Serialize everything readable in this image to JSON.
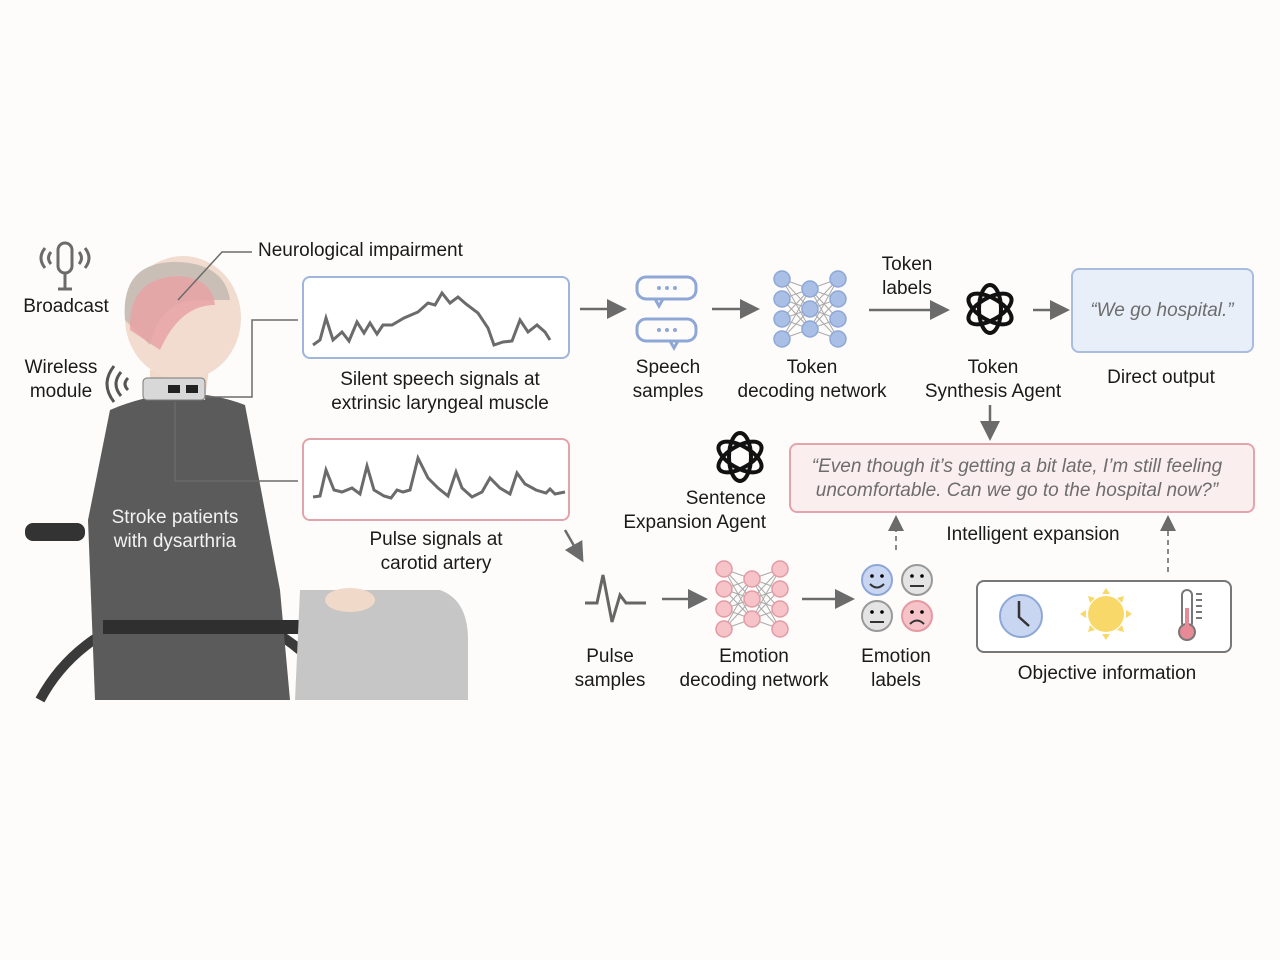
{
  "labels": {
    "broadcast": "Broadcast",
    "neurological_impairment": "Neurological impairment",
    "wireless_module": [
      "Wireless",
      "module"
    ],
    "patient": [
      "Stroke patients",
      "with dysarthria"
    ],
    "silent_speech": [
      "Silent speech signals at",
      "extrinsic laryngeal muscle"
    ],
    "pulse_signals": [
      "Pulse signals at",
      "carotid artery"
    ],
    "speech_samples": [
      "Speech",
      "samples"
    ],
    "token_network": [
      "Token",
      "decoding network"
    ],
    "token_labels": [
      "Token",
      "labels"
    ],
    "token_agent": [
      "Token",
      "Synthesis Agent"
    ],
    "direct_output": "Direct output",
    "direct_output_text": "“We go hospital.”",
    "sentence_agent": [
      "Sentence",
      "Expansion Agent"
    ],
    "expanded_text": [
      "“Even though it’s getting a bit late, I’m still feeling",
      "uncomfortable. Can we go to the hospital now?”"
    ],
    "intelligent_expansion": "Intelligent expansion",
    "pulse_samples": [
      "Pulse",
      "samples"
    ],
    "emotion_network": [
      "Emotion",
      "decoding network"
    ],
    "emotion_labels": [
      "Emotion",
      "labels"
    ],
    "objective_information": "Objective information"
  },
  "colors": {
    "blue": "#a9bfe6",
    "blue_stroke": "#8ea7d6",
    "pink": "#f6c3c8",
    "pink_stroke": "#e39aa3",
    "gray": "#6b6b6b"
  }
}
